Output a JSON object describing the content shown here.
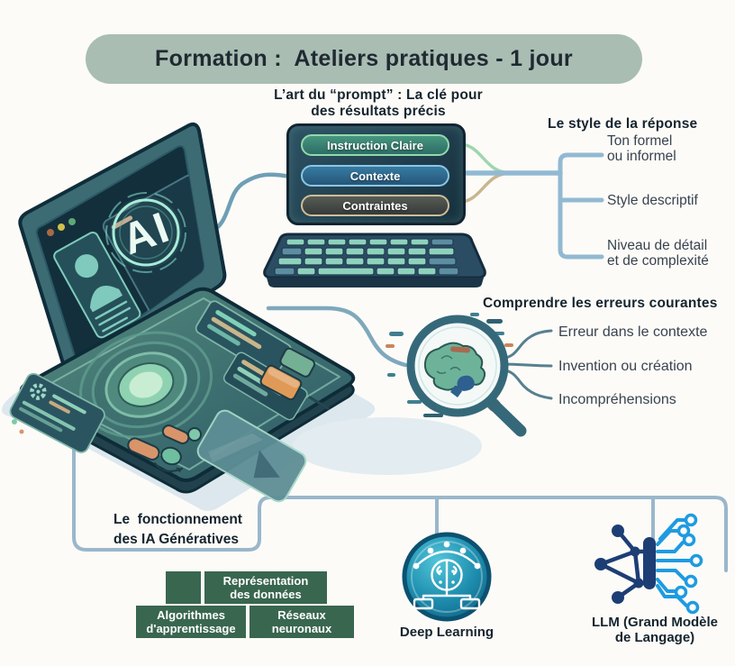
{
  "title": {
    "text": "Formation :  Ateliers pratiques - 1 jour",
    "bg_color": "#a9bdb3"
  },
  "prompt_section": {
    "heading_line1": "L’art du “prompt” : La clé pour",
    "heading_line2": "des résultats précis",
    "panel_color": "#1e3a49",
    "buttons": [
      {
        "label": "Instruction Claire",
        "border_color": "#93d8ac"
      },
      {
        "label": "Contexte",
        "border_color": "#8cc6e4"
      },
      {
        "label": "Contraintes",
        "border_color": "#cdbd97"
      }
    ]
  },
  "style_section": {
    "heading": "Le style de la réponse",
    "items": [
      {
        "line1": "Ton formel",
        "line2": "ou informel"
      },
      {
        "line1": "Style descriptif",
        "line2": ""
      },
      {
        "line1": "Niveau de détail",
        "line2": "et de complexité"
      }
    ]
  },
  "errors_section": {
    "heading": "Comprendre les erreurs courantes",
    "items": [
      {
        "label": "Erreur dans le contexte"
      },
      {
        "label": "Invention ou création"
      },
      {
        "label": "Incompréhensions"
      }
    ]
  },
  "functioning_section": {
    "heading_line1": "Le  fonctionnement",
    "heading_line2": "des IA Génératives",
    "box_color": "#39664f",
    "boxes": [
      {
        "line1": "Représentation",
        "line2": "des données"
      },
      {
        "line1": "Algorithmes",
        "line2": "d'apprentissage"
      },
      {
        "line1": "Réseaux",
        "line2": "neuronaux"
      }
    ]
  },
  "deep_learning": {
    "label": "Deep Learning",
    "badge_color": "#1586ad"
  },
  "llm": {
    "label_line1": "LLM (Grand Modèle",
    "label_line2": "de Langage)",
    "navy": "#1d3e75",
    "blue": "#1e9be1"
  },
  "laptop": {
    "screen_label": "AI"
  },
  "colors": {
    "connector": "#9ab7cb",
    "bracket": "#92b9d2",
    "line_green": "#9ed6ae",
    "line_tan": "#c9b68f"
  }
}
